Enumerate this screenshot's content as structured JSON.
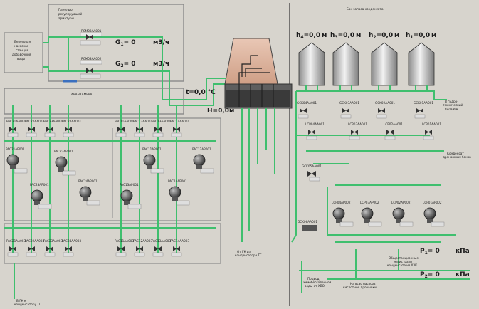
{
  "panel_box": {
    "line1": "Панелью",
    "line2": "регулирующей",
    "line3": "арматуры"
  },
  "shore_station": {
    "line1": "Береговая",
    "line2": "насосная",
    "line3": "станция",
    "line4": "добавочной",
    "line5": "воды"
  },
  "flow": {
    "g1_label": "G",
    "g1_sub": "1",
    "g1_value": "= 0",
    "g1_unit": "м3/ч",
    "g2_label": "G",
    "g2_sub": "2",
    "g2_value": "= 0",
    "g2_unit": "м3/ч"
  },
  "valve_tags": {
    "rcm1": "RCM03AA001",
    "rcm2": "RCM03AA002"
  },
  "avankamera": "АВАНКАМЕРА",
  "temperature": {
    "label": "t=",
    "value": "0,0",
    "unit": "°C"
  },
  "level_h": {
    "label": "H=",
    "value": "0,0",
    "unit": "м"
  },
  "tank_title": "Бак запаса конденсата",
  "tanks": [
    {
      "label": "h",
      "sub": "4",
      "value": "=0,0",
      "unit": "м"
    },
    {
      "label": "h",
      "sub": "3",
      "value": "=0,0",
      "unit": "м"
    },
    {
      "label": "h",
      "sub": "2",
      "value": "=0,0",
      "unit": "м"
    },
    {
      "label": "h",
      "sub": "1",
      "value": "=0,0",
      "unit": "м"
    }
  ],
  "pump_tags_left": [
    "PAC21AP001",
    "PAC22AP001",
    "PAC23AP001",
    "PAC24AP001",
    "PAC11AP001",
    "PAC12AP001",
    "PAC13AP001",
    "PAC14AP001"
  ],
  "top_valve_tags": [
    "PAC21AA001",
    "PAC22AA001",
    "PAC23AA001",
    "PAC24AA001",
    "PAC11AA001",
    "PAC12AA001",
    "PAC13AA001",
    "PAC14AA001"
  ],
  "bottom_valve_tags": [
    "PAC21AA003",
    "PAC22AA003",
    "PAC23AA003",
    "PAC24AA003",
    "PAC11AA003",
    "PAC12AA003",
    "PAC13AA003",
    "PAC14AA003"
  ],
  "right_valves_top": [
    "GCK04AA001",
    "GCK03AA001",
    "GCK02AA001",
    "GCK01AA001"
  ],
  "right_valves_mid": [
    "LCP04AA001",
    "LCP03AA001",
    "LCP02AA001",
    "LCP01AA001"
  ],
  "right_pumps": [
    "LCP04AP002",
    "LCP03AP002",
    "LCP02AP002",
    "LCP01AP002"
  ],
  "gck_small": "GCK05AA001",
  "gck_bottom": "GCK06AA001",
  "notes": {
    "to_hydro": "В гидро-",
    "to_hydro2": "технический",
    "to_hydro3": "колодец",
    "drain1": "Конденсат",
    "drain2": "дренажных баков",
    "from_gk1": "От ГК из",
    "from_gk2": "конденсатора ТГ",
    "to_gk1": "В ГК к",
    "to_gk2": "конденсатору ТГ",
    "supply1": "Подвод",
    "supply2": "химобессоленной",
    "supply3": "воды от ХВО",
    "to_pumps1": "На всас насосов",
    "to_pumps2": "кислотной промывки",
    "common1": "Общестанционные",
    "common2": "магистрали",
    "common3": "конденсата из ХЗК"
  },
  "pressure": {
    "p1_label": "P",
    "p1_sub": "1",
    "p1_value": "= 0",
    "p1_unit": "кПа",
    "p2_label": "P",
    "p2_sub": "2",
    "p2_value": "= 0",
    "p2_unit": "кПа"
  }
}
